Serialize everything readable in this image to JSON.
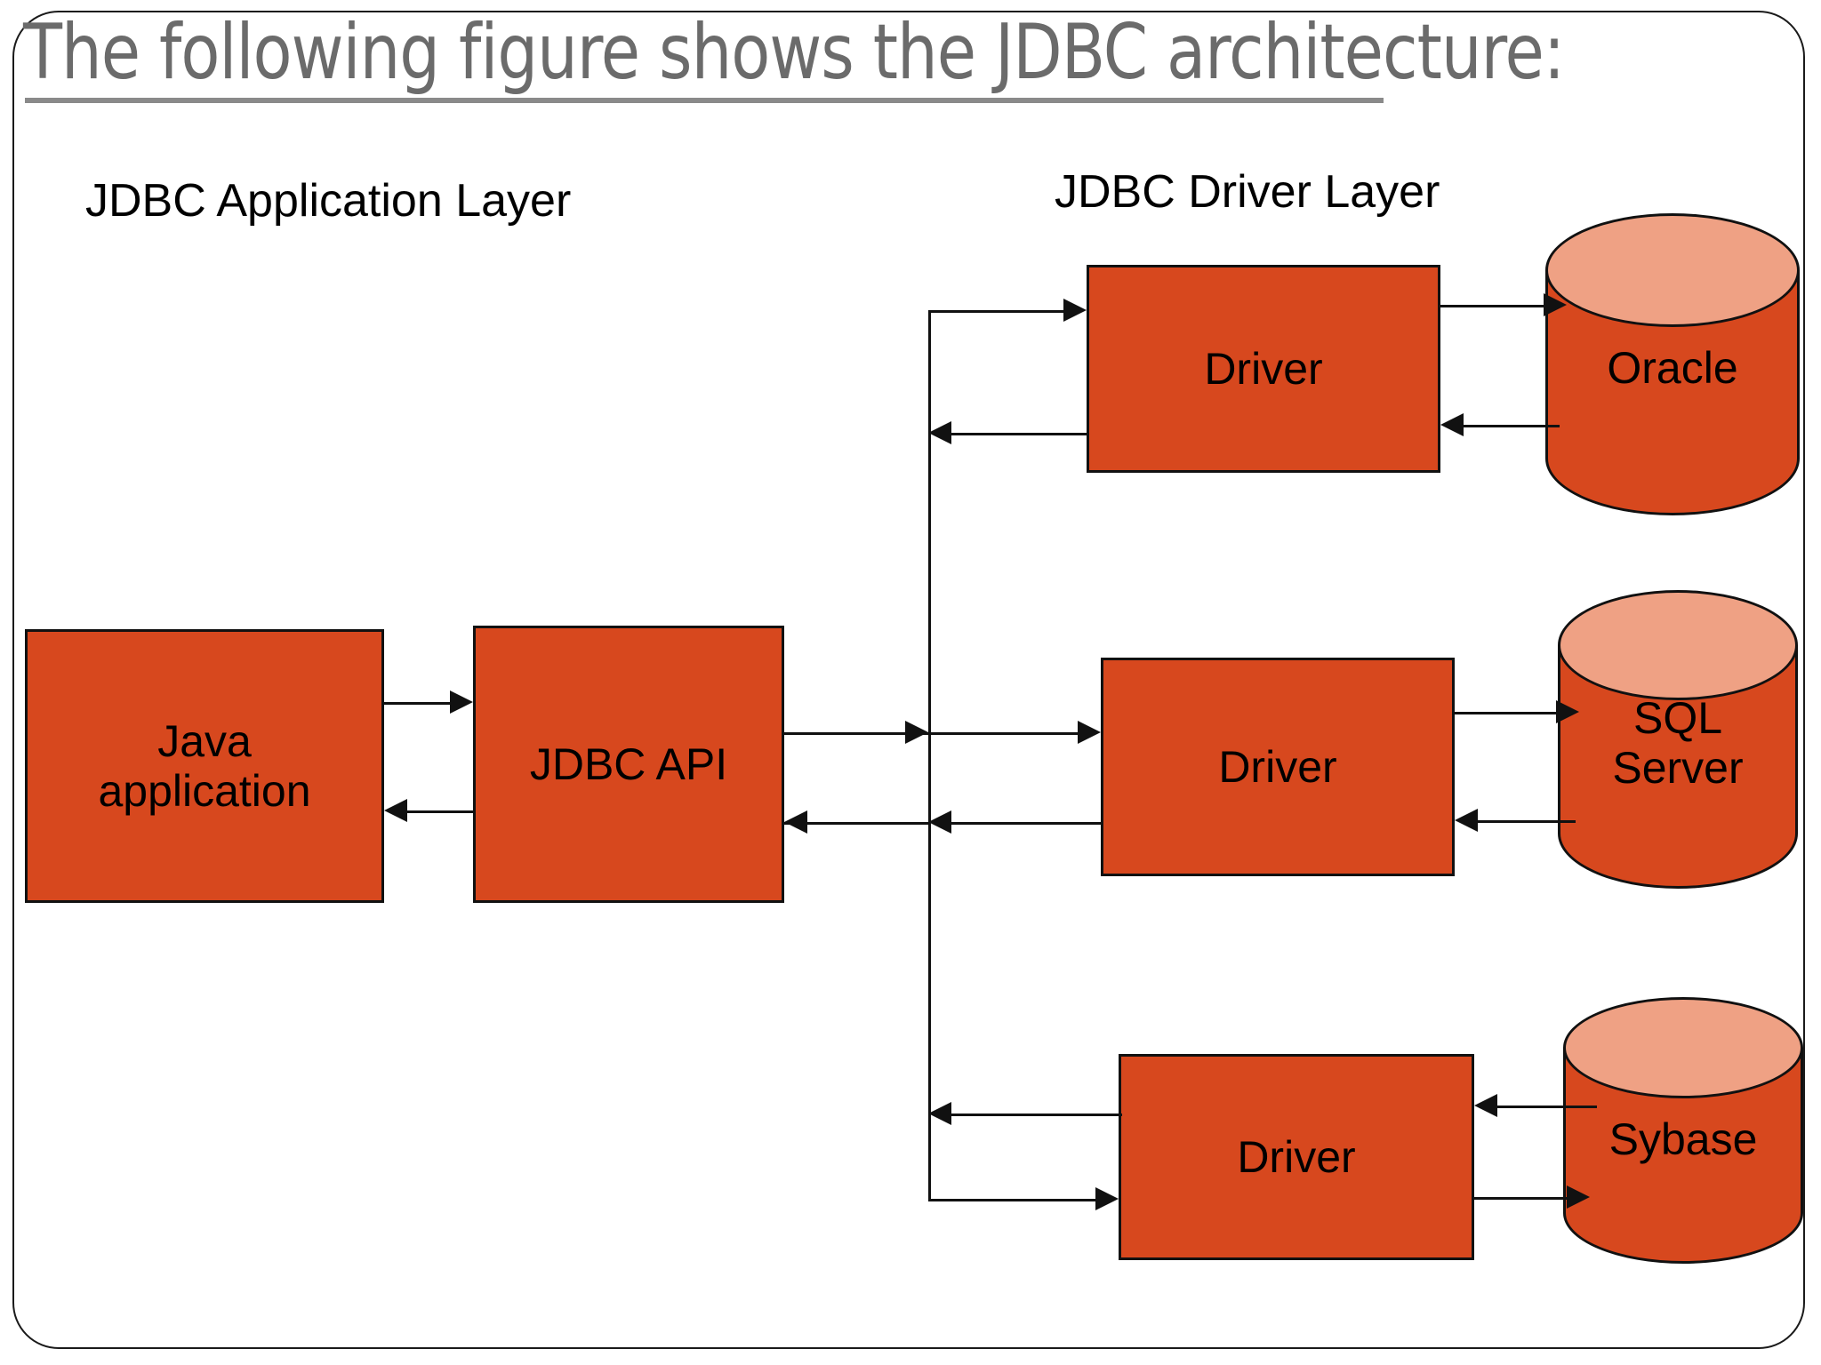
{
  "slide": {
    "title": "The following figure shows the JDBC architecture:",
    "background_color": "#ffffff",
    "title_color": "#6b6b6b",
    "accent_color": "#D7481E",
    "cylinder_top_color": "#EFA184",
    "stroke_color": "#111111"
  },
  "captions": {
    "application_layer": "JDBC Application Layer",
    "driver_layer": "JDBC Driver Layer"
  },
  "nodes": {
    "java_application": "Java\napplication",
    "java_application_line1": "Java",
    "java_application_line2": "application",
    "jdbc_api": "JDBC API",
    "driver_1": "Driver",
    "driver_2": "Driver",
    "driver_3": "Driver"
  },
  "databases": [
    {
      "id": "oracle",
      "label": "Oracle",
      "label_line1": "Oracle",
      "label_line2": ""
    },
    {
      "id": "sql-server",
      "label": "SQL Server",
      "label_line1": "SQL",
      "label_line2": "Server"
    },
    {
      "id": "sybase",
      "label": "Sybase",
      "label_line1": "Sybase",
      "label_line2": ""
    }
  ],
  "edges": [
    {
      "from": "java-application",
      "to": "jdbc-api",
      "direction": "right"
    },
    {
      "from": "jdbc-api",
      "to": "java-application",
      "direction": "left"
    },
    {
      "from": "jdbc-api",
      "to": "driver-bus",
      "direction": "right"
    },
    {
      "from": "driver-bus",
      "to": "jdbc-api",
      "direction": "left"
    },
    {
      "from": "driver-bus",
      "to": "driver-1",
      "direction": "right"
    },
    {
      "from": "driver-1",
      "to": "driver-bus",
      "direction": "left"
    },
    {
      "from": "driver-bus",
      "to": "driver-2",
      "direction": "right"
    },
    {
      "from": "driver-2",
      "to": "driver-bus",
      "direction": "left"
    },
    {
      "from": "driver-3",
      "to": "driver-bus",
      "direction": "left"
    },
    {
      "from": "driver-bus",
      "to": "driver-3",
      "direction": "right"
    },
    {
      "from": "driver-1",
      "to": "oracle",
      "direction": "right"
    },
    {
      "from": "oracle",
      "to": "driver-1",
      "direction": "left"
    },
    {
      "from": "driver-2",
      "to": "sql-server",
      "direction": "right"
    },
    {
      "from": "sql-server",
      "to": "driver-2",
      "direction": "left"
    },
    {
      "from": "sybase",
      "to": "driver-3",
      "direction": "left"
    },
    {
      "from": "driver-3",
      "to": "sybase",
      "direction": "right"
    }
  ]
}
